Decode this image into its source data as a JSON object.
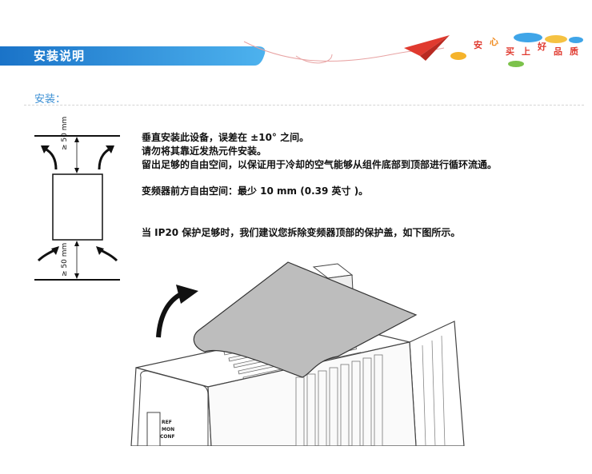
{
  "header": {
    "title": "安装说明",
    "slogan": [
      "安",
      "心",
      "买",
      "上",
      "好",
      "品",
      "质"
    ]
  },
  "section_label": "安装：",
  "instructions": [
    "垂直安装此设备，误差在 ±10° 之间。",
    "请勿将其靠近发热元件安装。",
    "留出足够的自由空间，以保证用于冷却的空气能够从组件底部到顶部进行循环流通。",
    "变频器前方自由空间：最少 10 mm (0.39 英寸 )。",
    "当 IP20 保护足够时，我们建议您拆除变频器顶部的保护盖，如下图所示。"
  ],
  "clearance": {
    "top": "≥ 50 mm",
    "bottom": "≥ 50 mm"
  },
  "panel_labels": [
    "REF",
    "MON",
    "CONF"
  ],
  "colors": {
    "banner_start": "#1a73c8",
    "banner_end": "#4db2ee",
    "accent": "#3b8fd4",
    "plane": "#e03a2f"
  }
}
